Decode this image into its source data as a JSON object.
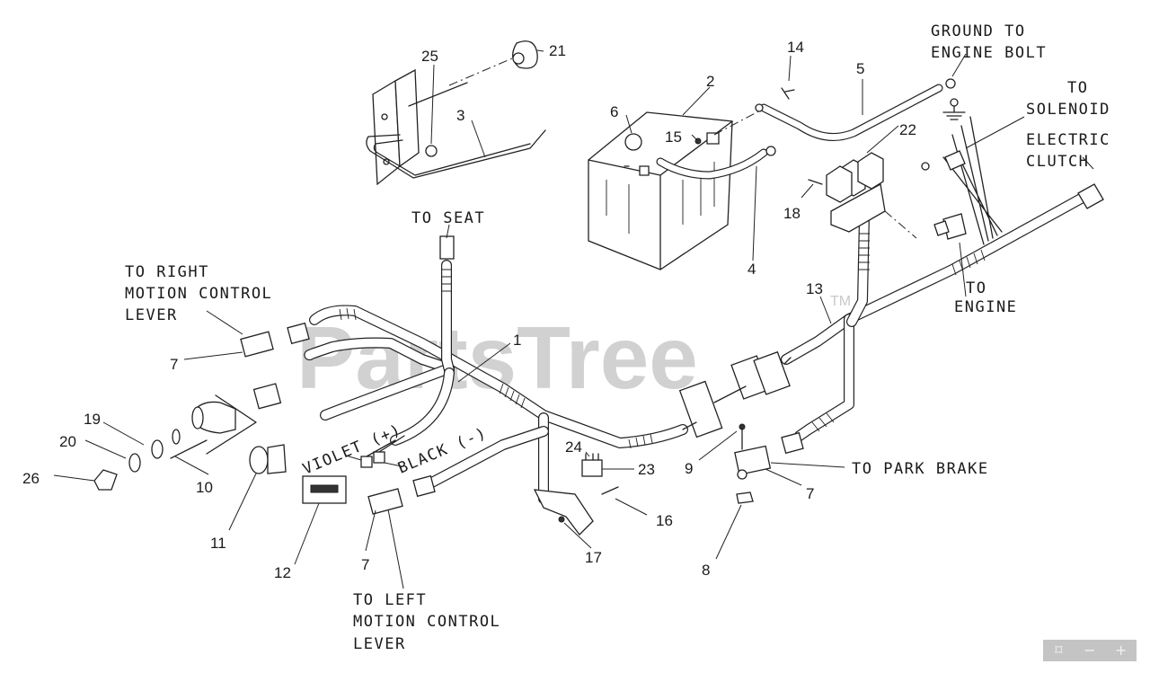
{
  "watermark": {
    "text": "PartsTree",
    "tm": "TM"
  },
  "labels": {
    "ground": [
      "GROUND TO",
      "ENGINE BOLT"
    ],
    "solenoid": [
      "TO",
      "SOLENOID"
    ],
    "clutch": [
      "ELECTRIC",
      "CLUTCH"
    ],
    "engine": [
      "TO",
      "ENGINE"
    ],
    "seat": "TO SEAT",
    "right_lever": [
      "TO RIGHT",
      "MOTION CONTROL",
      "LEVER"
    ],
    "violet": "VIOLET (+)",
    "black": "BLACK (-)",
    "park_brake": "TO PARK BRAKE",
    "left_lever": [
      "TO LEFT",
      "MOTION CONTROL",
      "LEVER"
    ]
  },
  "callouts": [
    "1",
    "2",
    "3",
    "4",
    "5",
    "6",
    "7",
    "7",
    "7",
    "8",
    "9",
    "10",
    "11",
    "12",
    "13",
    "14",
    "15",
    "16",
    "17",
    "18",
    "19",
    "20",
    "21",
    "22",
    "23",
    "24",
    "25",
    "26"
  ],
  "zoom_controls": {
    "fit": "⌑",
    "out": "−",
    "in": "+"
  }
}
